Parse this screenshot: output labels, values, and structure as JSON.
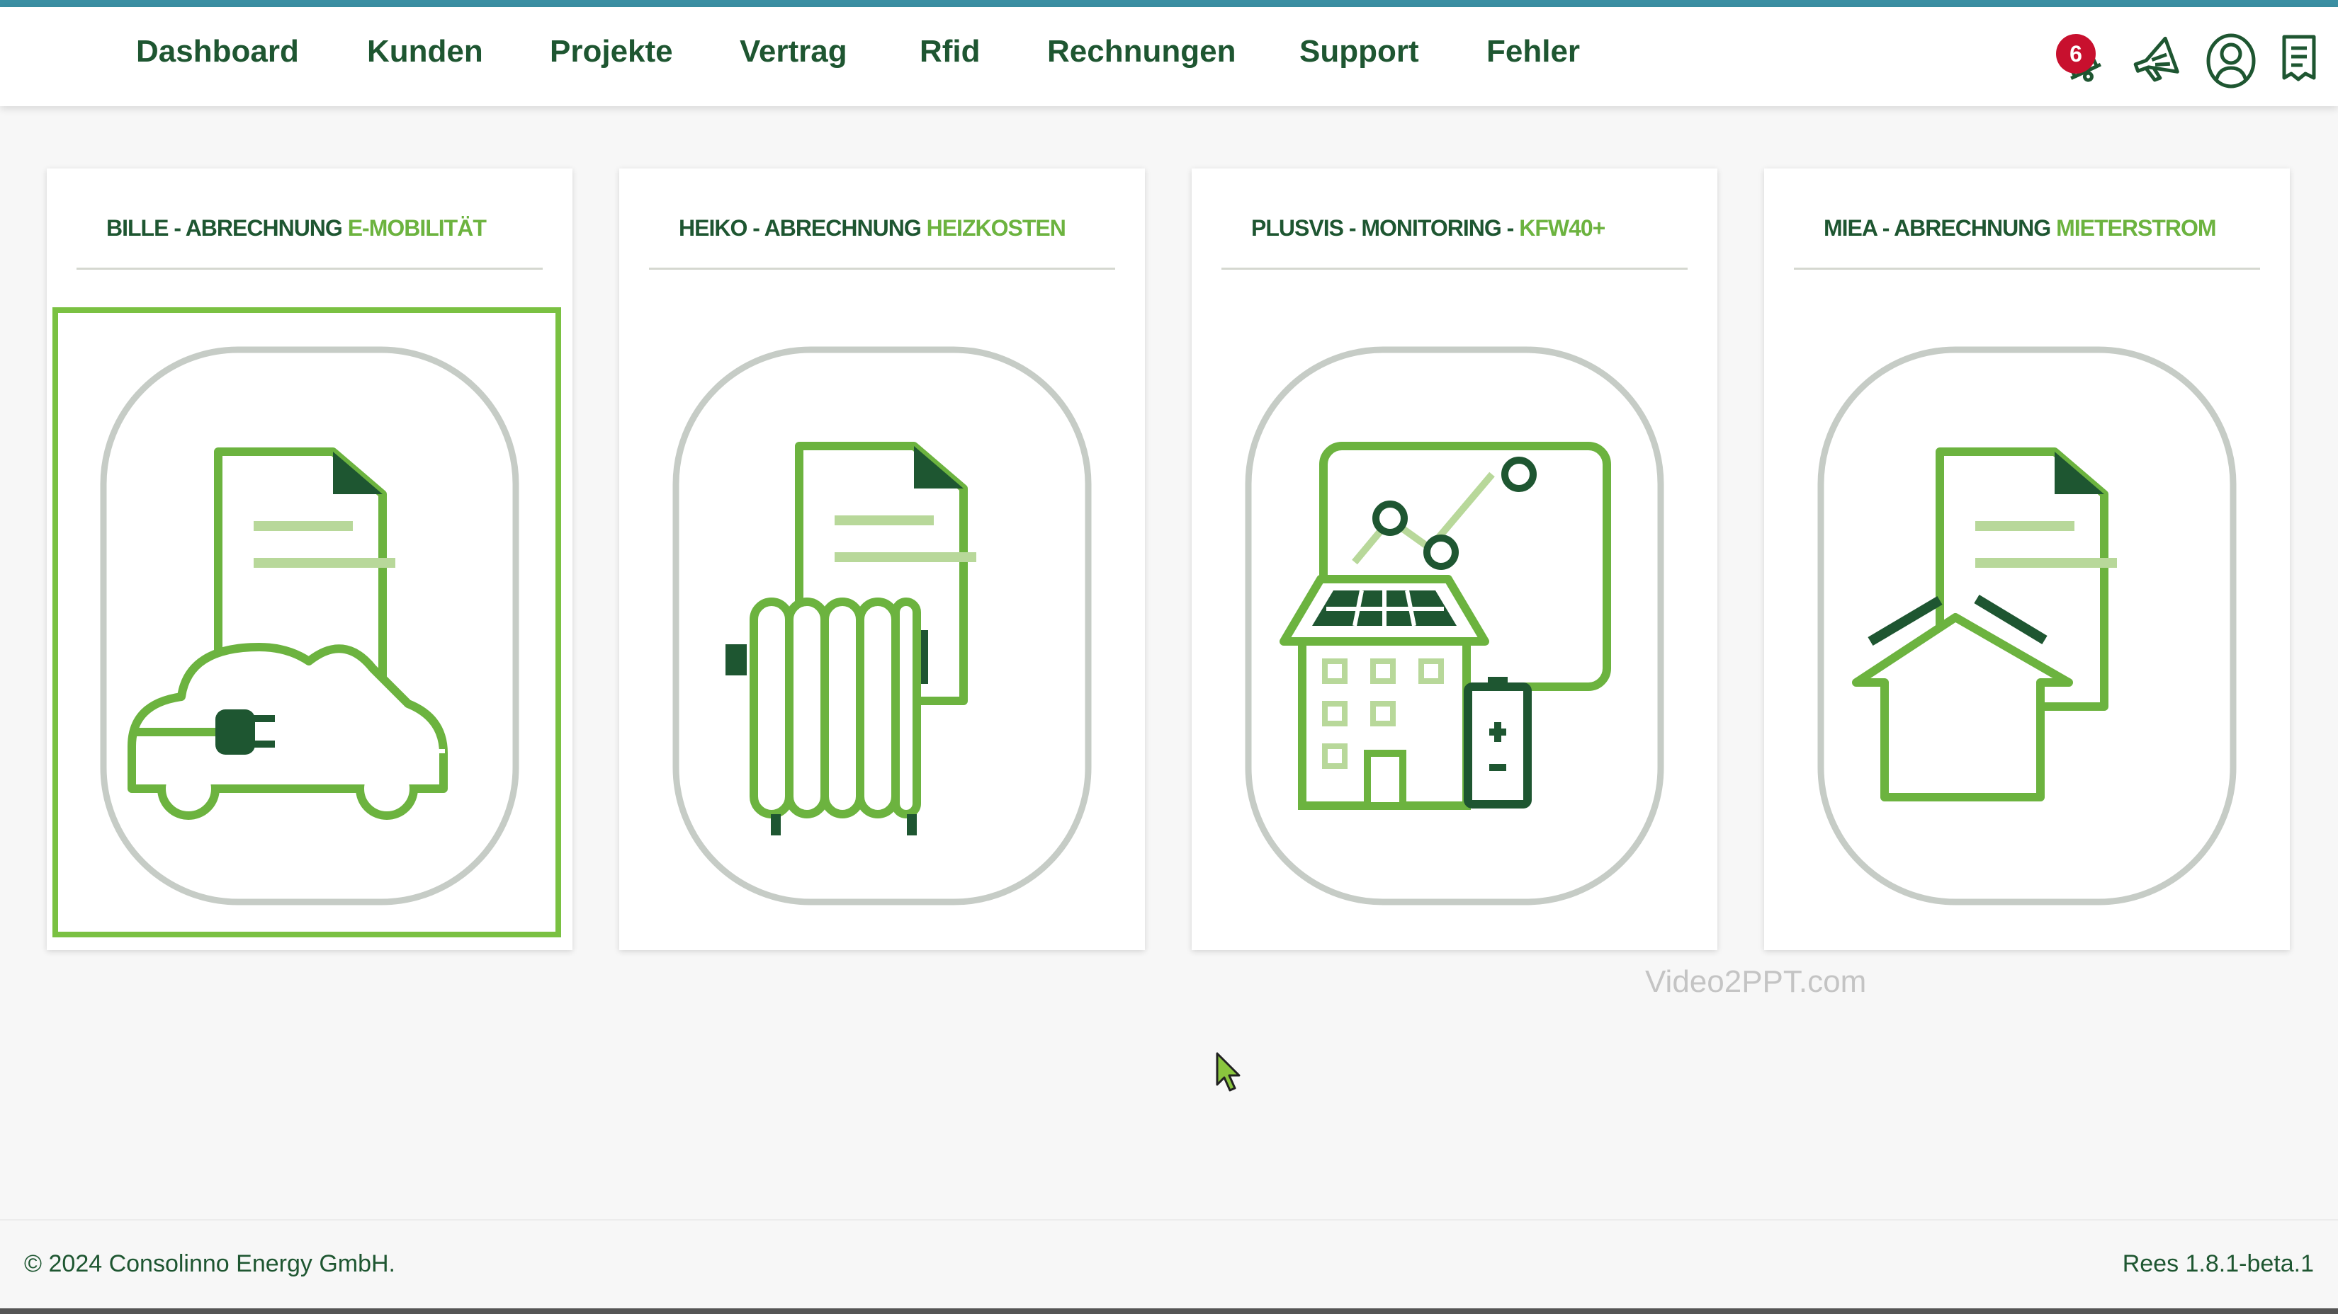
{
  "nav": {
    "items": [
      "Dashboard",
      "Kunden",
      "Projekte",
      "Vertrag",
      "Rfid",
      "Rechnungen",
      "Support",
      "Fehler"
    ],
    "notification_count": "6",
    "icons": [
      "notification-bell-icon",
      "megaphone-icon",
      "user-profile-icon",
      "document-list-icon"
    ]
  },
  "cards": [
    {
      "title_main": "BILLE - ABRECHNUNG ",
      "title_accent": "E-MOBILITÄT",
      "icon": "electric-car-invoice-icon",
      "selected": true
    },
    {
      "title_main": "HEIKO - ABRECHNUNG ",
      "title_accent": "HEIZKOSTEN",
      "icon": "radiator-invoice-icon",
      "selected": false
    },
    {
      "title_main": "PLUSVIS - MONITORING - ",
      "title_accent": "KFW40+",
      "icon": "solar-house-monitoring-icon",
      "selected": false
    },
    {
      "title_main": "MIEA - ABRECHNUNG ",
      "title_accent": "MIETERSTROM",
      "icon": "house-invoice-icon",
      "selected": false
    }
  ],
  "watermark": "Video2PPT.com",
  "footer": {
    "copyright": "© 2024 Consolinno Energy GmbH.",
    "version": "Rees 1.8.1-beta.1"
  },
  "colors": {
    "dark_green": "#1e5631",
    "accent_green": "#6cb33f",
    "highlight_green": "#7ac142",
    "top_line": "#3b8fa3",
    "badge_red": "#c8102e"
  }
}
